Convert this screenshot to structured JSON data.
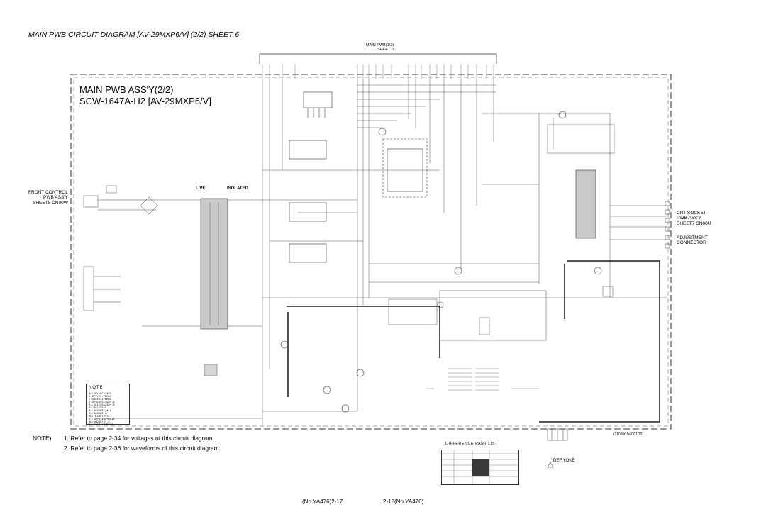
{
  "sheet_title": "MAIN PWB CIRCUIT DIAGRAM [AV-29MXP6/V] (2/2) SHEET 6",
  "pwb_title_line1": "MAIN PWB ASS'Y(2/2)",
  "pwb_title_line2": "SCW-1647A-H2 [AV-29MXP6/V]",
  "top_connector": {
    "line1": "MAIN PWB(1/2)",
    "line2": "SHEET 5"
  },
  "front_control": {
    "line1": "FRONT CONTROL",
    "line2": "PWB ASS'Y",
    "line3": "SHEET8 CN00W"
  },
  "crt_socket": {
    "line1": "CRT SOCKET",
    "line2": "PWB ASS'Y",
    "line3": "SHEET7 CN00U"
  },
  "adjustment": {
    "line1": "ADJUSTMENT",
    "line2": "CONNECTOR"
  },
  "live_label": "LIVE",
  "isolated_label": "ISOLATED",
  "note_box": {
    "title": "NOTE",
    "lines": [
      "D#:SU1YGC*102V",
      "A:GP1Y2S.TORG1",
      "C:RA54S3J*BRDX",
      "E:GP3DS9S2/SA*-X",
      "R1:SS1ISSA/SA*-X",
      "R3:RA1125*X",
      "R4:RA5105S/*-X",
      "R5:UAS102*X",
      "R6:FE2D5TS*72",
      "R7:SDPK1105*DS1Z",
      "R8:RAD0S/S*-X",
      "R9:SDP0114*DS1Z"
    ]
  },
  "notes": {
    "label": "NOTE)",
    "item1": "1. Refer to page 2-34 for voltages of this circuit diagram.",
    "item2": "2. Refer to page 2-36 for waveforms of this circuit diagram."
  },
  "difference_list_title": "DIFFERENCE PART LIST",
  "def_yoke": "DEF YOKE",
  "diagram_code": "c2108001a.001.22",
  "page_left": "(No.YA476)2-17",
  "page_right": "2-18(No.YA476)"
}
